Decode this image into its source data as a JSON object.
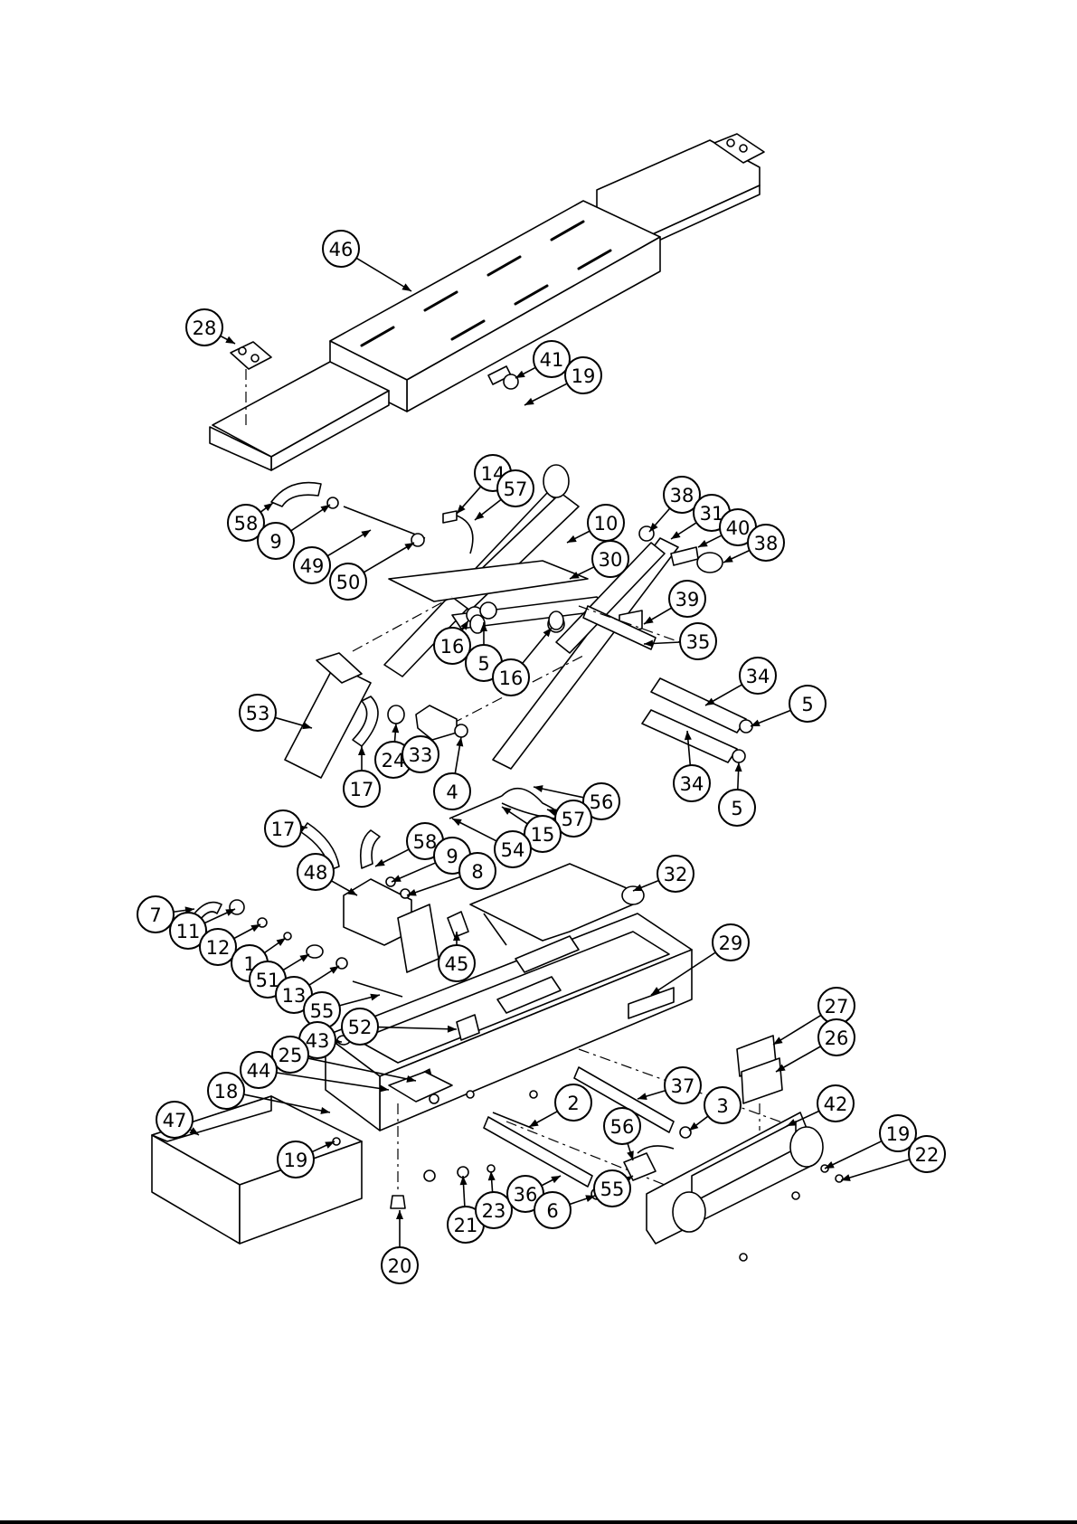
{
  "callouts": {
    "c46": "46",
    "c28": "28",
    "c41": "41",
    "c19a": "19",
    "c14": "14",
    "c57a": "57",
    "c10": "10",
    "c30": "30",
    "c38a": "38",
    "c31": "31",
    "c40": "40",
    "c38b": "38",
    "c58a": "58",
    "c9a": "9",
    "c49": "49",
    "c50": "50",
    "c39": "39",
    "c16a": "16",
    "c5a": "5",
    "c16b": "16",
    "c35": "35",
    "c34a": "34",
    "c5b": "5",
    "c53": "53",
    "c24": "24",
    "c17a": "17",
    "c33": "33",
    "c4": "4",
    "c34b": "34",
    "c5c": "5",
    "c56a": "56",
    "c57b": "57",
    "c15": "15",
    "c54": "54",
    "c17b": "17",
    "c58b": "58",
    "c9b": "9",
    "c48": "48",
    "c8": "8",
    "c32": "32",
    "c7": "7",
    "c11": "11",
    "c12": "12",
    "c1": "1",
    "c45": "45",
    "c29": "29",
    "c51": "51",
    "c13": "13",
    "c55a": "55",
    "c52": "52",
    "c43": "43",
    "c27": "27",
    "c26": "26",
    "c25": "25",
    "c44": "44",
    "c18": "18",
    "c37": "37",
    "c42": "42",
    "c2": "2",
    "c3": "3",
    "c47": "47",
    "c56b": "56",
    "c19b": "19",
    "c22": "22",
    "c19c": "19",
    "c21": "21",
    "c23": "23",
    "c36": "36",
    "c6": "6",
    "c55b": "55",
    "c20": "20"
  },
  "colors": {
    "line": "#000000",
    "paper": "#ffffff"
  }
}
